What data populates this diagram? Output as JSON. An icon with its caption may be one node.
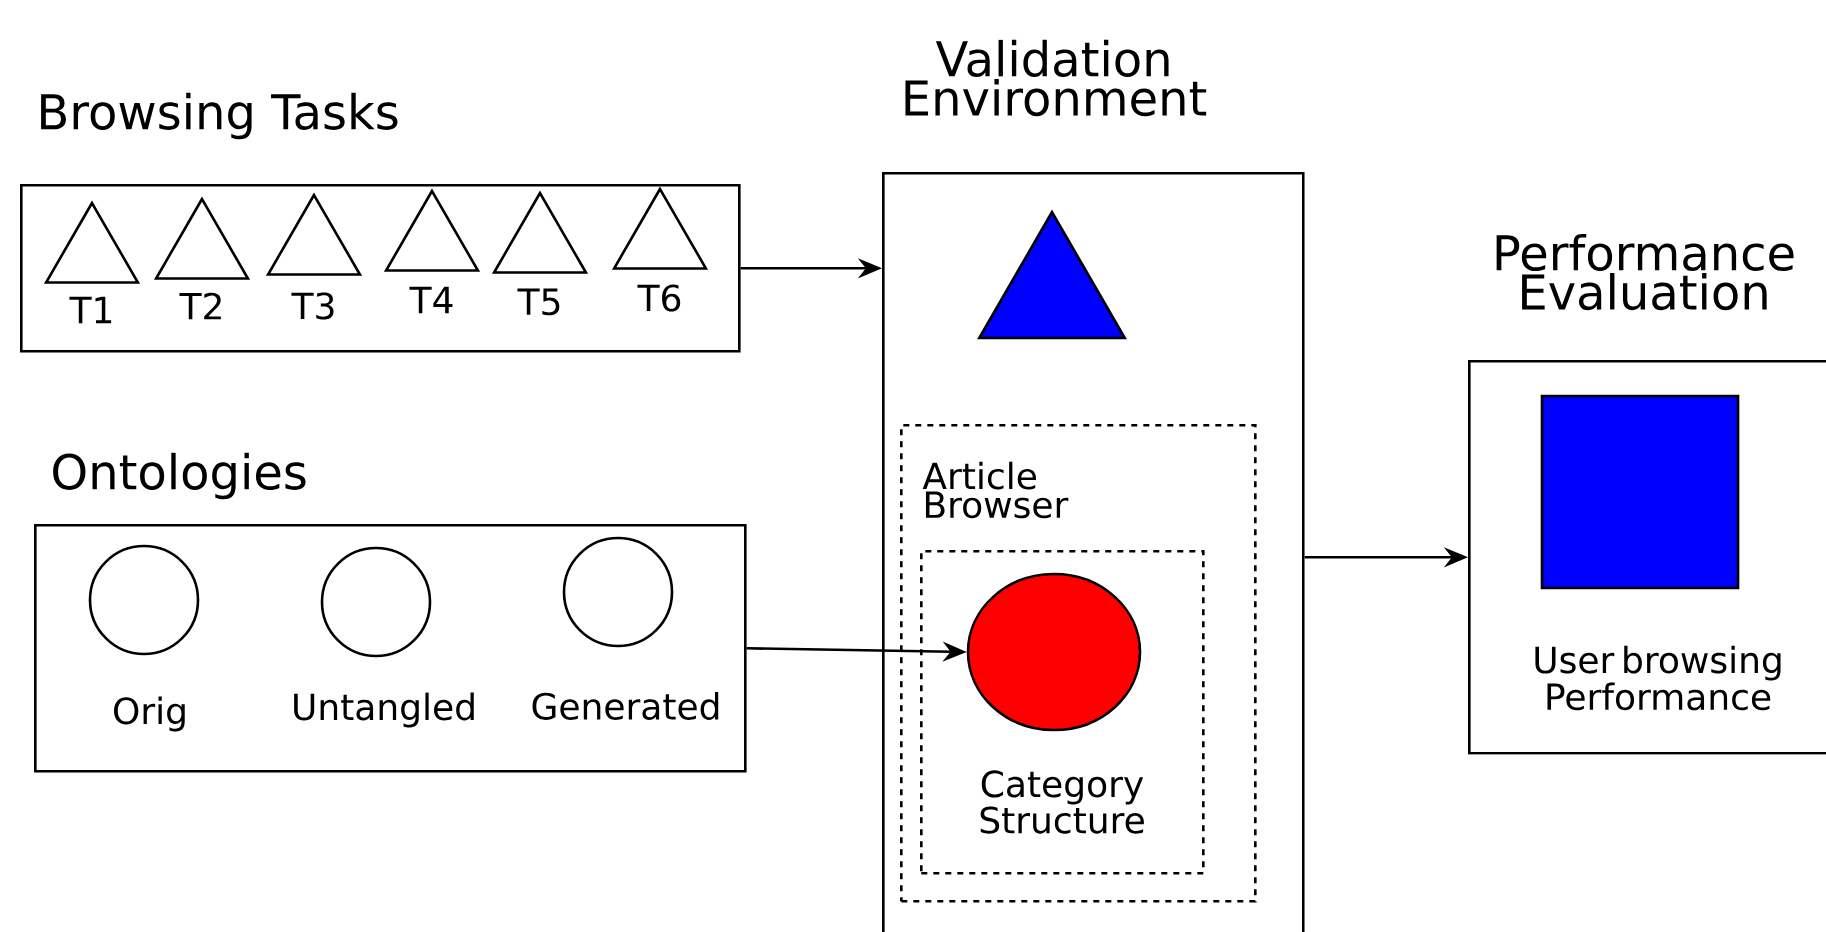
{
  "diagram": {
    "nodes": [
      {
        "text": [
          "Browsing Tasks"
        ]
      },
      {
        "text": [
          "T1"
        ],
        "in": 0
      },
      {
        "text": [
          "T2"
        ],
        "in": 0
      },
      {
        "text": [
          "T3"
        ],
        "in": 0
      },
      {
        "text": [
          "T4"
        ],
        "in": 0
      },
      {
        "text": [
          "T5"
        ],
        "in": 0
      },
      {
        "text": [
          "T6"
        ],
        "in": 0
      },
      {
        "text": [
          "Ontologies"
        ]
      },
      {
        "text": [
          "Orig"
        ],
        "in": 7
      },
      {
        "text": [
          "Untangled"
        ],
        "in": 7
      },
      {
        "text": [
          "Generated"
        ],
        "in": 7
      },
      {
        "text": [
          "Validation Environment"
        ]
      },
      {
        "text": [],
        "shape": "triangle",
        "in": 11
      },
      {
        "text": [
          "Article Browser"
        ],
        "in": 11
      },
      {
        "text": [
          "Category Structure"
        ],
        "in": 13
      },
      {
        "text": [],
        "shape": "circle",
        "in": 14
      },
      {
        "text": [
          "Performance Evaluation",
          "User browsing Performance"
        ]
      },
      {
        "text": [],
        "shape": "box",
        "in": 16
      }
    ],
    "edges": [
      {
        "from": 0,
        "to": 11,
        "arrow": "to"
      },
      {
        "from": 7,
        "to": 15,
        "arrow": "to"
      },
      {
        "from": 11,
        "to": 16,
        "arrow": "to"
      }
    ]
  }
}
